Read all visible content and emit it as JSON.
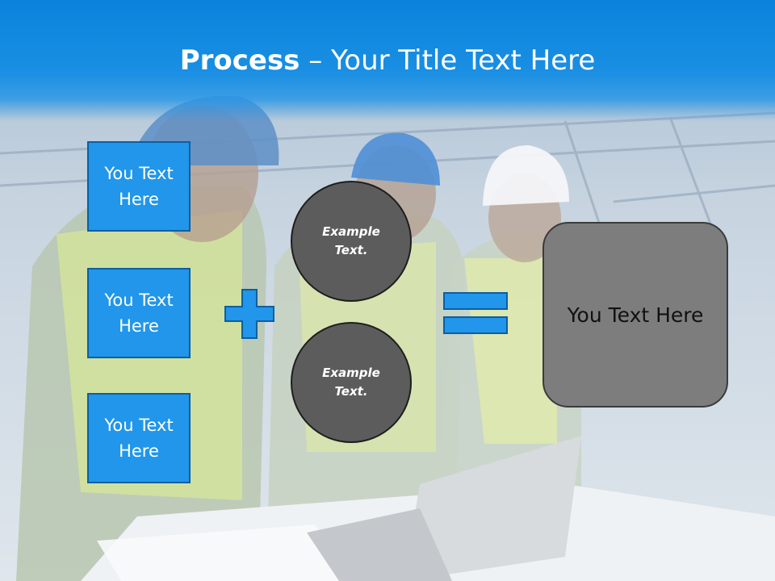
{
  "slide": {
    "title_bold": "Process",
    "title_rest": " – Your Title Text Here",
    "left_boxes": [
      {
        "label": "You Text Here"
      },
      {
        "label": "You Text Here"
      },
      {
        "label": "You Text Here"
      }
    ],
    "circles": [
      {
        "label": "Example Text."
      },
      {
        "label": "Example Text."
      }
    ],
    "result_label": "You Text Here"
  },
  "colors": {
    "header_blue": "#0a83dc",
    "box_blue": "#2196ea",
    "circle_gray": "#5c5c5c",
    "result_gray": "#7d7d7d"
  },
  "icons": {
    "operator_1": "plus-icon",
    "operator_2": "equals-icon"
  }
}
